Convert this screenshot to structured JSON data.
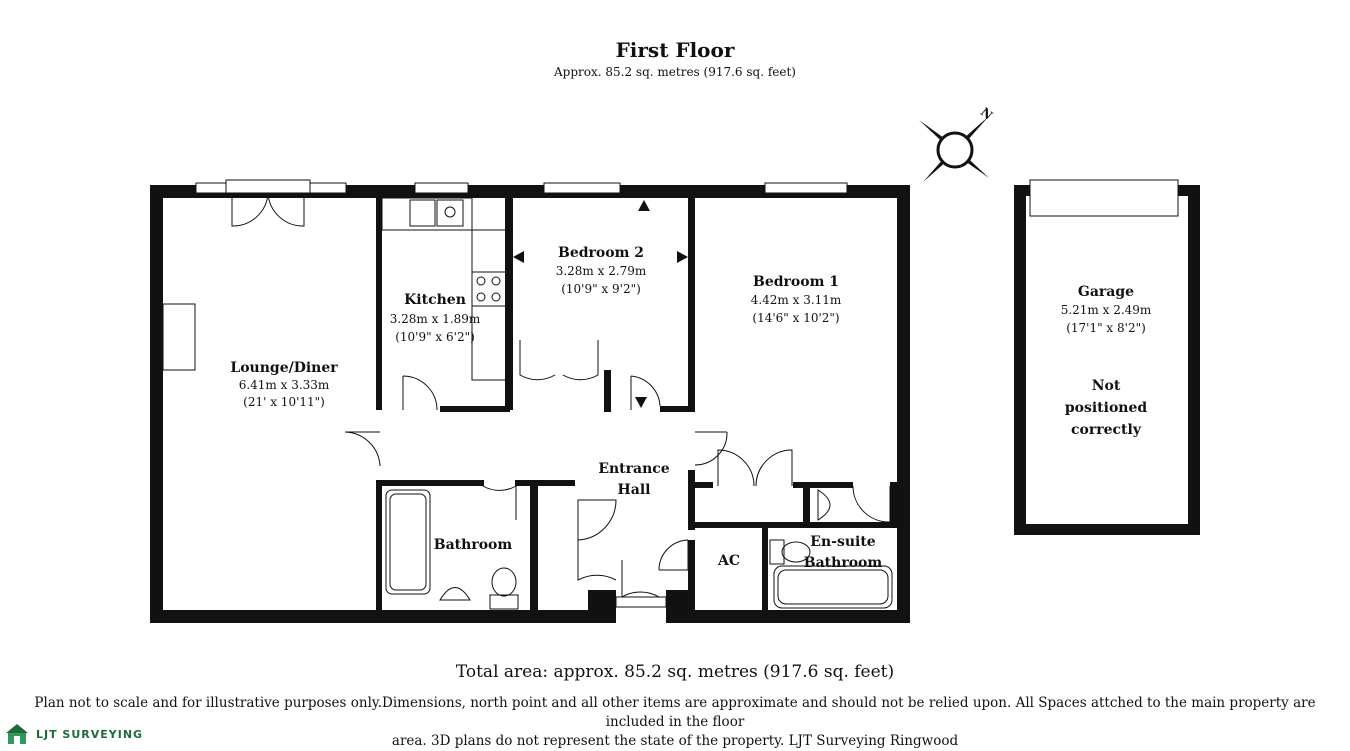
{
  "header": {
    "title": "First Floor",
    "subtitle": "Approx. 85.2 sq. metres (917.6 sq. feet)"
  },
  "rooms": {
    "lounge": {
      "name": "Lounge/Diner",
      "dim_m": "6.41m x 3.33m",
      "dim_ft": "(21' x 10'11\")"
    },
    "kitchen": {
      "name": "Kitchen",
      "dim_m": "3.28m x 1.89m",
      "dim_ft": "(10'9\" x 6'2\")"
    },
    "bedroom2": {
      "name": "Bedroom 2",
      "dim_m": "3.28m x 2.79m",
      "dim_ft": "(10'9\" x 9'2\")"
    },
    "bedroom1": {
      "name": "Bedroom 1",
      "dim_m": "4.42m x 3.11m",
      "dim_ft": "(14'6\" x 10'2\")"
    },
    "hall": {
      "line1": "Entrance",
      "line2": "Hall"
    },
    "bathroom": {
      "name": "Bathroom"
    },
    "ac": {
      "name": "AC"
    },
    "ensuite": {
      "line1": "En-suite",
      "line2": "Bathroom"
    },
    "garage": {
      "name": "Garage",
      "dim_m": "5.21m x 2.49m",
      "dim_ft": "(17'1\" x 8'2\")"
    },
    "garage_note": {
      "line1": "Not",
      "line2": "positioned",
      "line3": "correctly"
    }
  },
  "compass": {
    "label": "N"
  },
  "footer": {
    "total_area": "Total area: approx. 85.2 sq. metres (917.6 sq. feet)",
    "disclaimer_line1": "Plan not to scale and for illustrative purposes only.Dimensions, north point and all other items are approximate and should not be relied upon. All Spaces attched to the main property are included in the floor",
    "disclaimer_line2": "area. 3D plans do not represent the state of the property. LJT Surveying Ringwood",
    "logo_text": "LJT SURVEYING"
  },
  "colors": {
    "wall": "#111111",
    "logo": "#1e6b3a"
  }
}
